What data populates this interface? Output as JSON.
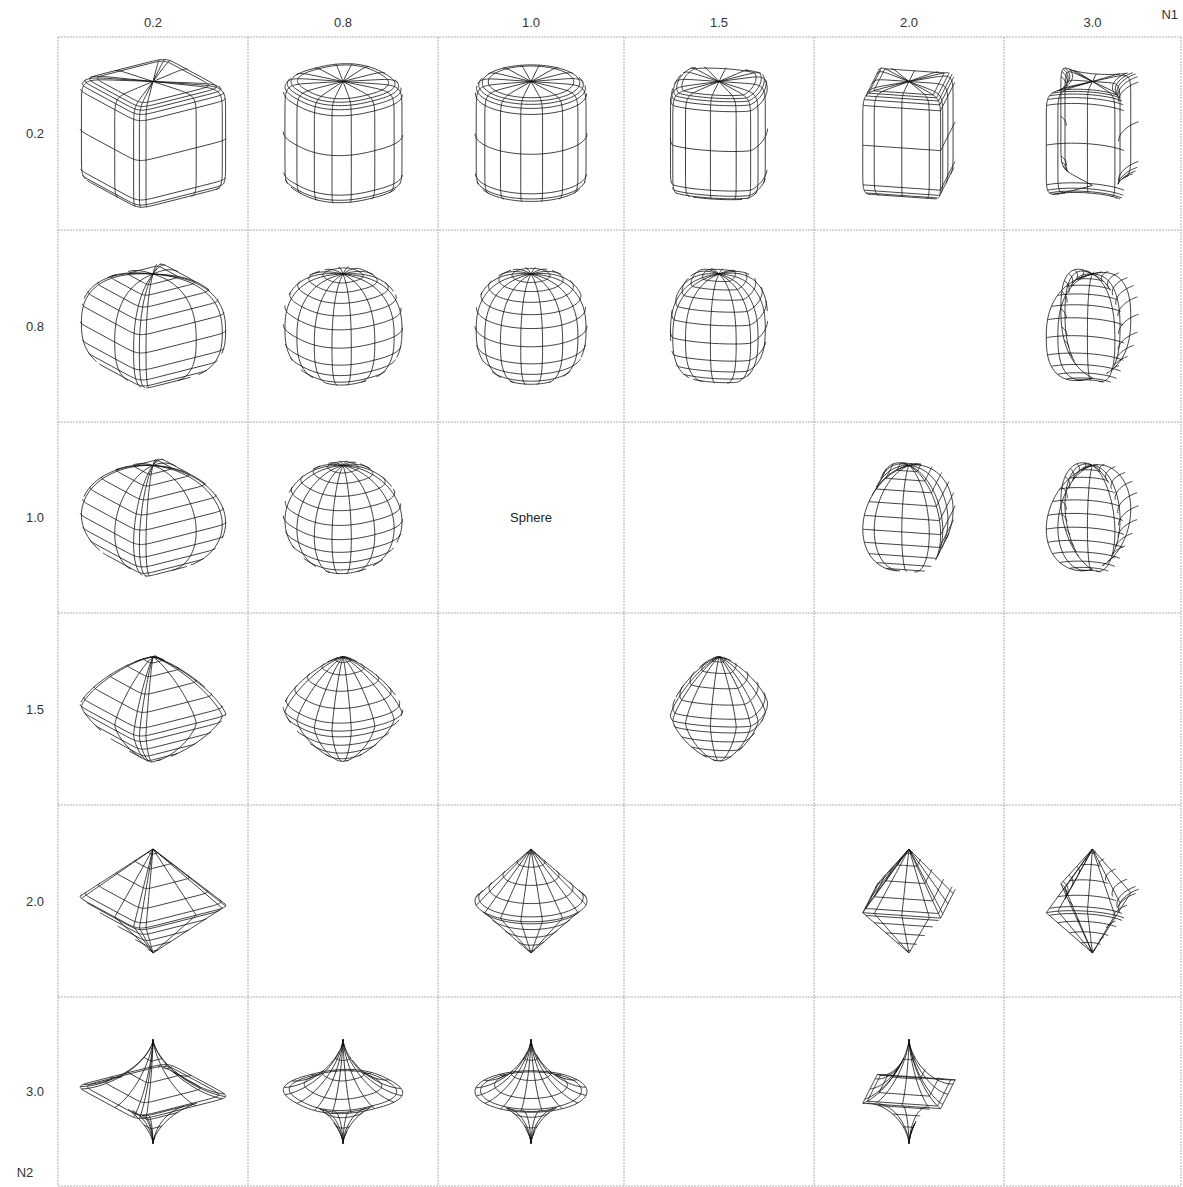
{
  "diagram": {
    "nodes": [
      {
        "text": [
          "Sphere"
        ]
      }
    ],
    "labels": [
      "0.2",
      "0.8",
      "1.0",
      "1.5",
      "2.0",
      "3.0",
      "N1",
      "0.2",
      "0.8",
      "1.0",
      "1.5",
      "2.0",
      "3.0",
      "N2"
    ]
  }
}
